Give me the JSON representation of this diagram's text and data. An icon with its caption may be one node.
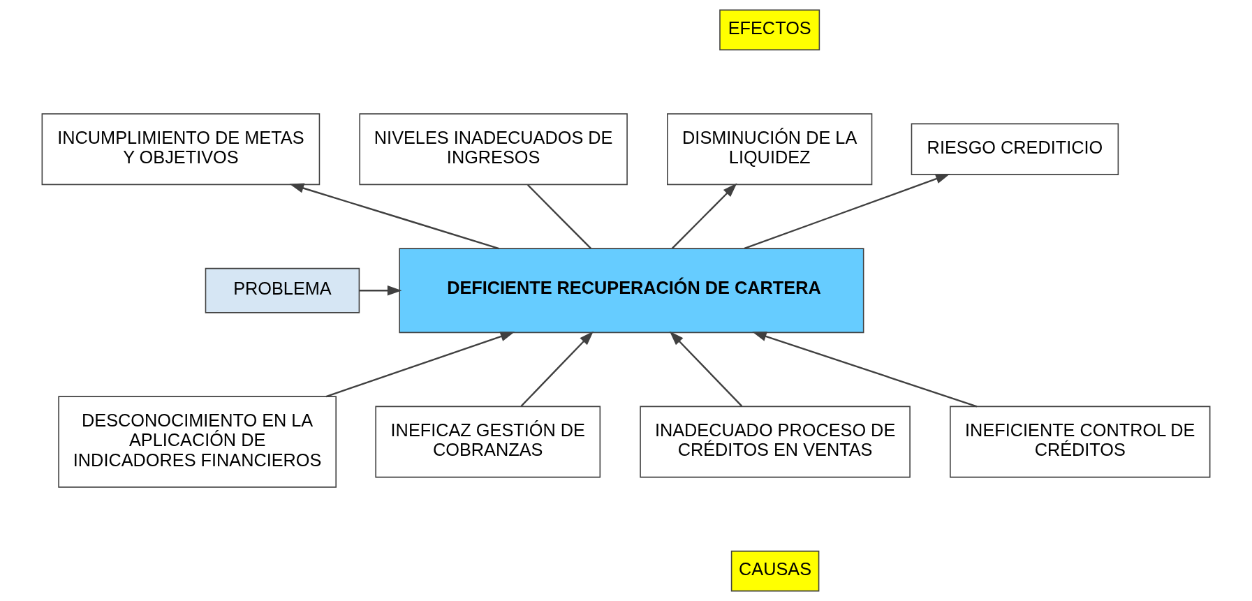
{
  "diagram": {
    "nodes": [
      {
        "text": [
          "EFECTOS"
        ]
      },
      {
        "text": [
          "INCUMPLIMIENTO DE METAS Y OBJETIVOS"
        ]
      },
      {
        "text": [
          "NIVELES INADECUADOS DE INGRESOS"
        ]
      },
      {
        "text": [
          "DISMINUCIÓN DE LA LIQUIDEZ"
        ]
      },
      {
        "text": [
          "RIESGO CREDITICIO"
        ]
      },
      {
        "text": [
          "PROBLEMA"
        ]
      },
      {
        "text": [
          "DEFICIENTE RECUPERACIÓN DE CARTERA"
        ]
      },
      {
        "text": [
          "DESCONOCIMIENTO EN LA APLICACIÓN DE INDICADORES FINANCIEROS"
        ]
      },
      {
        "text": [
          "INEFICAZ GESTIÓN DE COBRANZAS"
        ]
      },
      {
        "text": [
          "INADECUADO PROCESO DE CRÉDITOS EN VENTAS"
        ]
      },
      {
        "text": [
          "INEFICIENTE CONTROL DE CRÉDITOS"
        ]
      },
      {
        "text": [
          "CAUSAS"
        ]
      }
    ],
    "edges": [
      {
        "from": 6,
        "to": 1,
        "arrow": "to"
      },
      {
        "from": 6,
        "to": 2,
        "arrow": "none"
      },
      {
        "from": 6,
        "to": 3,
        "arrow": "to"
      },
      {
        "from": 6,
        "to": 4,
        "arrow": "to"
      },
      {
        "from": 5,
        "to": 6,
        "arrow": "to"
      },
      {
        "from": 7,
        "to": 6,
        "arrow": "to"
      },
      {
        "from": 8,
        "to": 6,
        "arrow": "to"
      },
      {
        "from": 9,
        "to": 6,
        "arrow": "to"
      },
      {
        "from": 10,
        "to": 6,
        "arrow": "to"
      }
    ]
  }
}
